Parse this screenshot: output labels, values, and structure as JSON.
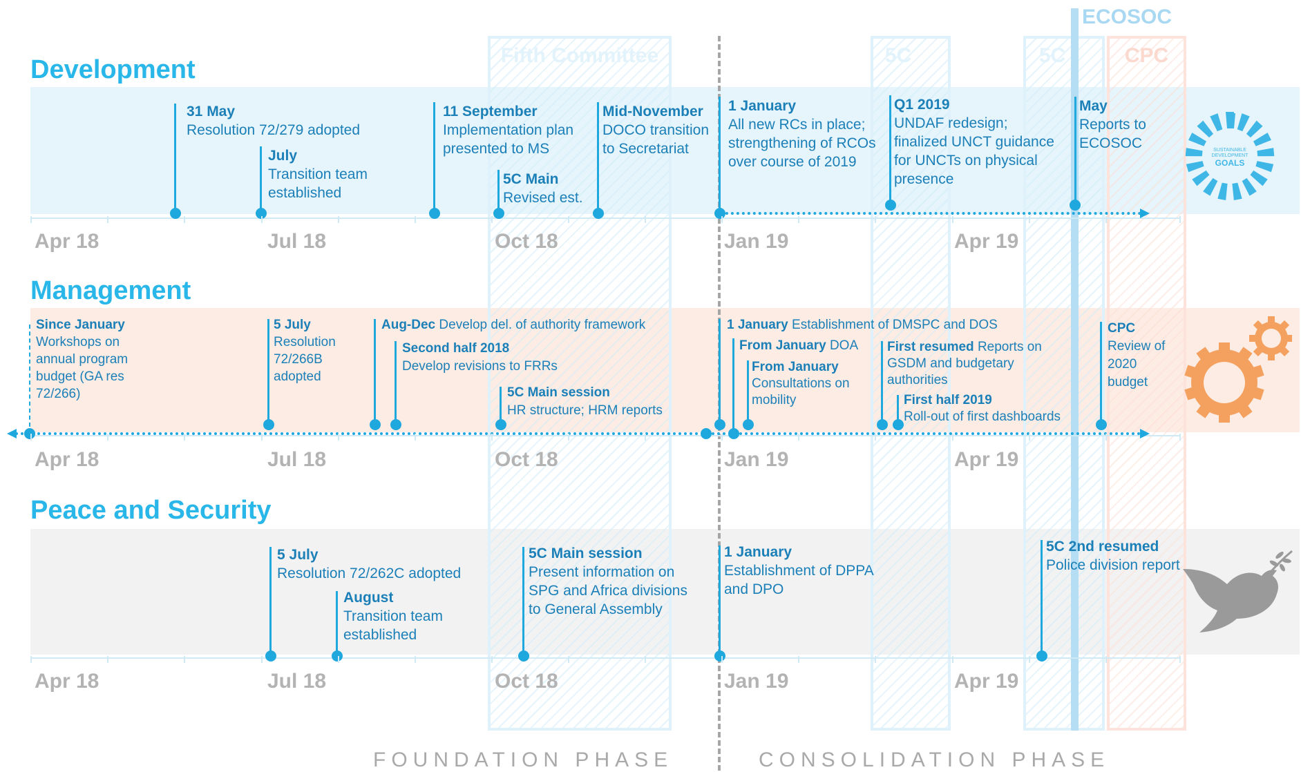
{
  "colors": {
    "accent": "#1fa8de",
    "title": "#29b6e8",
    "dev_panel": "#e6f4fb",
    "mgmt_panel": "#fdece3",
    "ps_panel": "#f2f2f2",
    "cpc": "#fbd9cf",
    "month": "#b3b3b3"
  },
  "bands": {
    "fifth_committee": "Fifth Committee",
    "fivec_a": "5C",
    "fivec_b": "5C",
    "cpc": "CPC",
    "ecosoc": "ECOSOC"
  },
  "months": [
    "Apr 18",
    "Jul 18",
    "Oct 18",
    "Jan 19",
    "Apr 19"
  ],
  "sections": {
    "development": {
      "title": "Development",
      "icon": "sdg-wheel-icon",
      "icon_text": [
        "SUSTAINABLE",
        "DEVELOPMENT",
        "GOALS"
      ],
      "events": [
        {
          "date": "31 May",
          "text": "Resolution 72/279 adopted"
        },
        {
          "date": "July",
          "text": "Transition team established"
        },
        {
          "date": "11 September",
          "text": "Implementation plan presented to MS"
        },
        {
          "date": "5C Main",
          "text": "Revised est."
        },
        {
          "date": "Mid-November",
          "text": "DOCO transition to Secretariat"
        },
        {
          "date": "1 January",
          "text": "All new RCs in place; strengthening of RCOs over course of 2019"
        },
        {
          "date": "Q1 2019",
          "text": "UNDAF redesign; finalized UNCT guidance for UNCTs on physical presence"
        },
        {
          "date": "May",
          "text": "Reports to ECOSOC"
        }
      ]
    },
    "management": {
      "title": "Management",
      "icon": "gears-icon",
      "events": [
        {
          "date": "Since January",
          "text": "Workshops on annual program budget (GA res 72/266)"
        },
        {
          "date": "5 July",
          "text": "Resolution 72/266B adopted"
        },
        {
          "date": "Aug-Dec",
          "text": "Develop del. of authority framework"
        },
        {
          "date": "Second half 2018",
          "text": "Develop revisions to FRRs"
        },
        {
          "date": "5C Main session",
          "text": "HR structure; HRM reports"
        },
        {
          "date": "1 January",
          "text": "Establishment of DMSPC and DOS"
        },
        {
          "date": "From January",
          "text": "DOA"
        },
        {
          "date": "From January",
          "text": "Consultations on mobility"
        },
        {
          "date": "First resumed",
          "text": "Reports on GSDM and budgetary authorities"
        },
        {
          "date": "First half 2019",
          "text": "Roll-out of first dashboards"
        },
        {
          "date": "CPC",
          "text": "Review of 2020 budget"
        }
      ]
    },
    "peace": {
      "title": "Peace and Security",
      "icon": "dove-icon",
      "events": [
        {
          "date": "5 July",
          "text": "Resolution 72/262C adopted"
        },
        {
          "date": "August",
          "text": "Transition team established"
        },
        {
          "date": "5C Main session",
          "text": "Present information on SPG and Africa divisions to General Assembly"
        },
        {
          "date": "1 January",
          "text": "Establishment of DPPA and DPO"
        },
        {
          "date": "5C 2nd resumed",
          "text": "Police division report"
        }
      ]
    }
  },
  "phases": {
    "foundation": "FOUNDATION PHASE",
    "consolidation": "CONSOLIDATION PHASE"
  }
}
